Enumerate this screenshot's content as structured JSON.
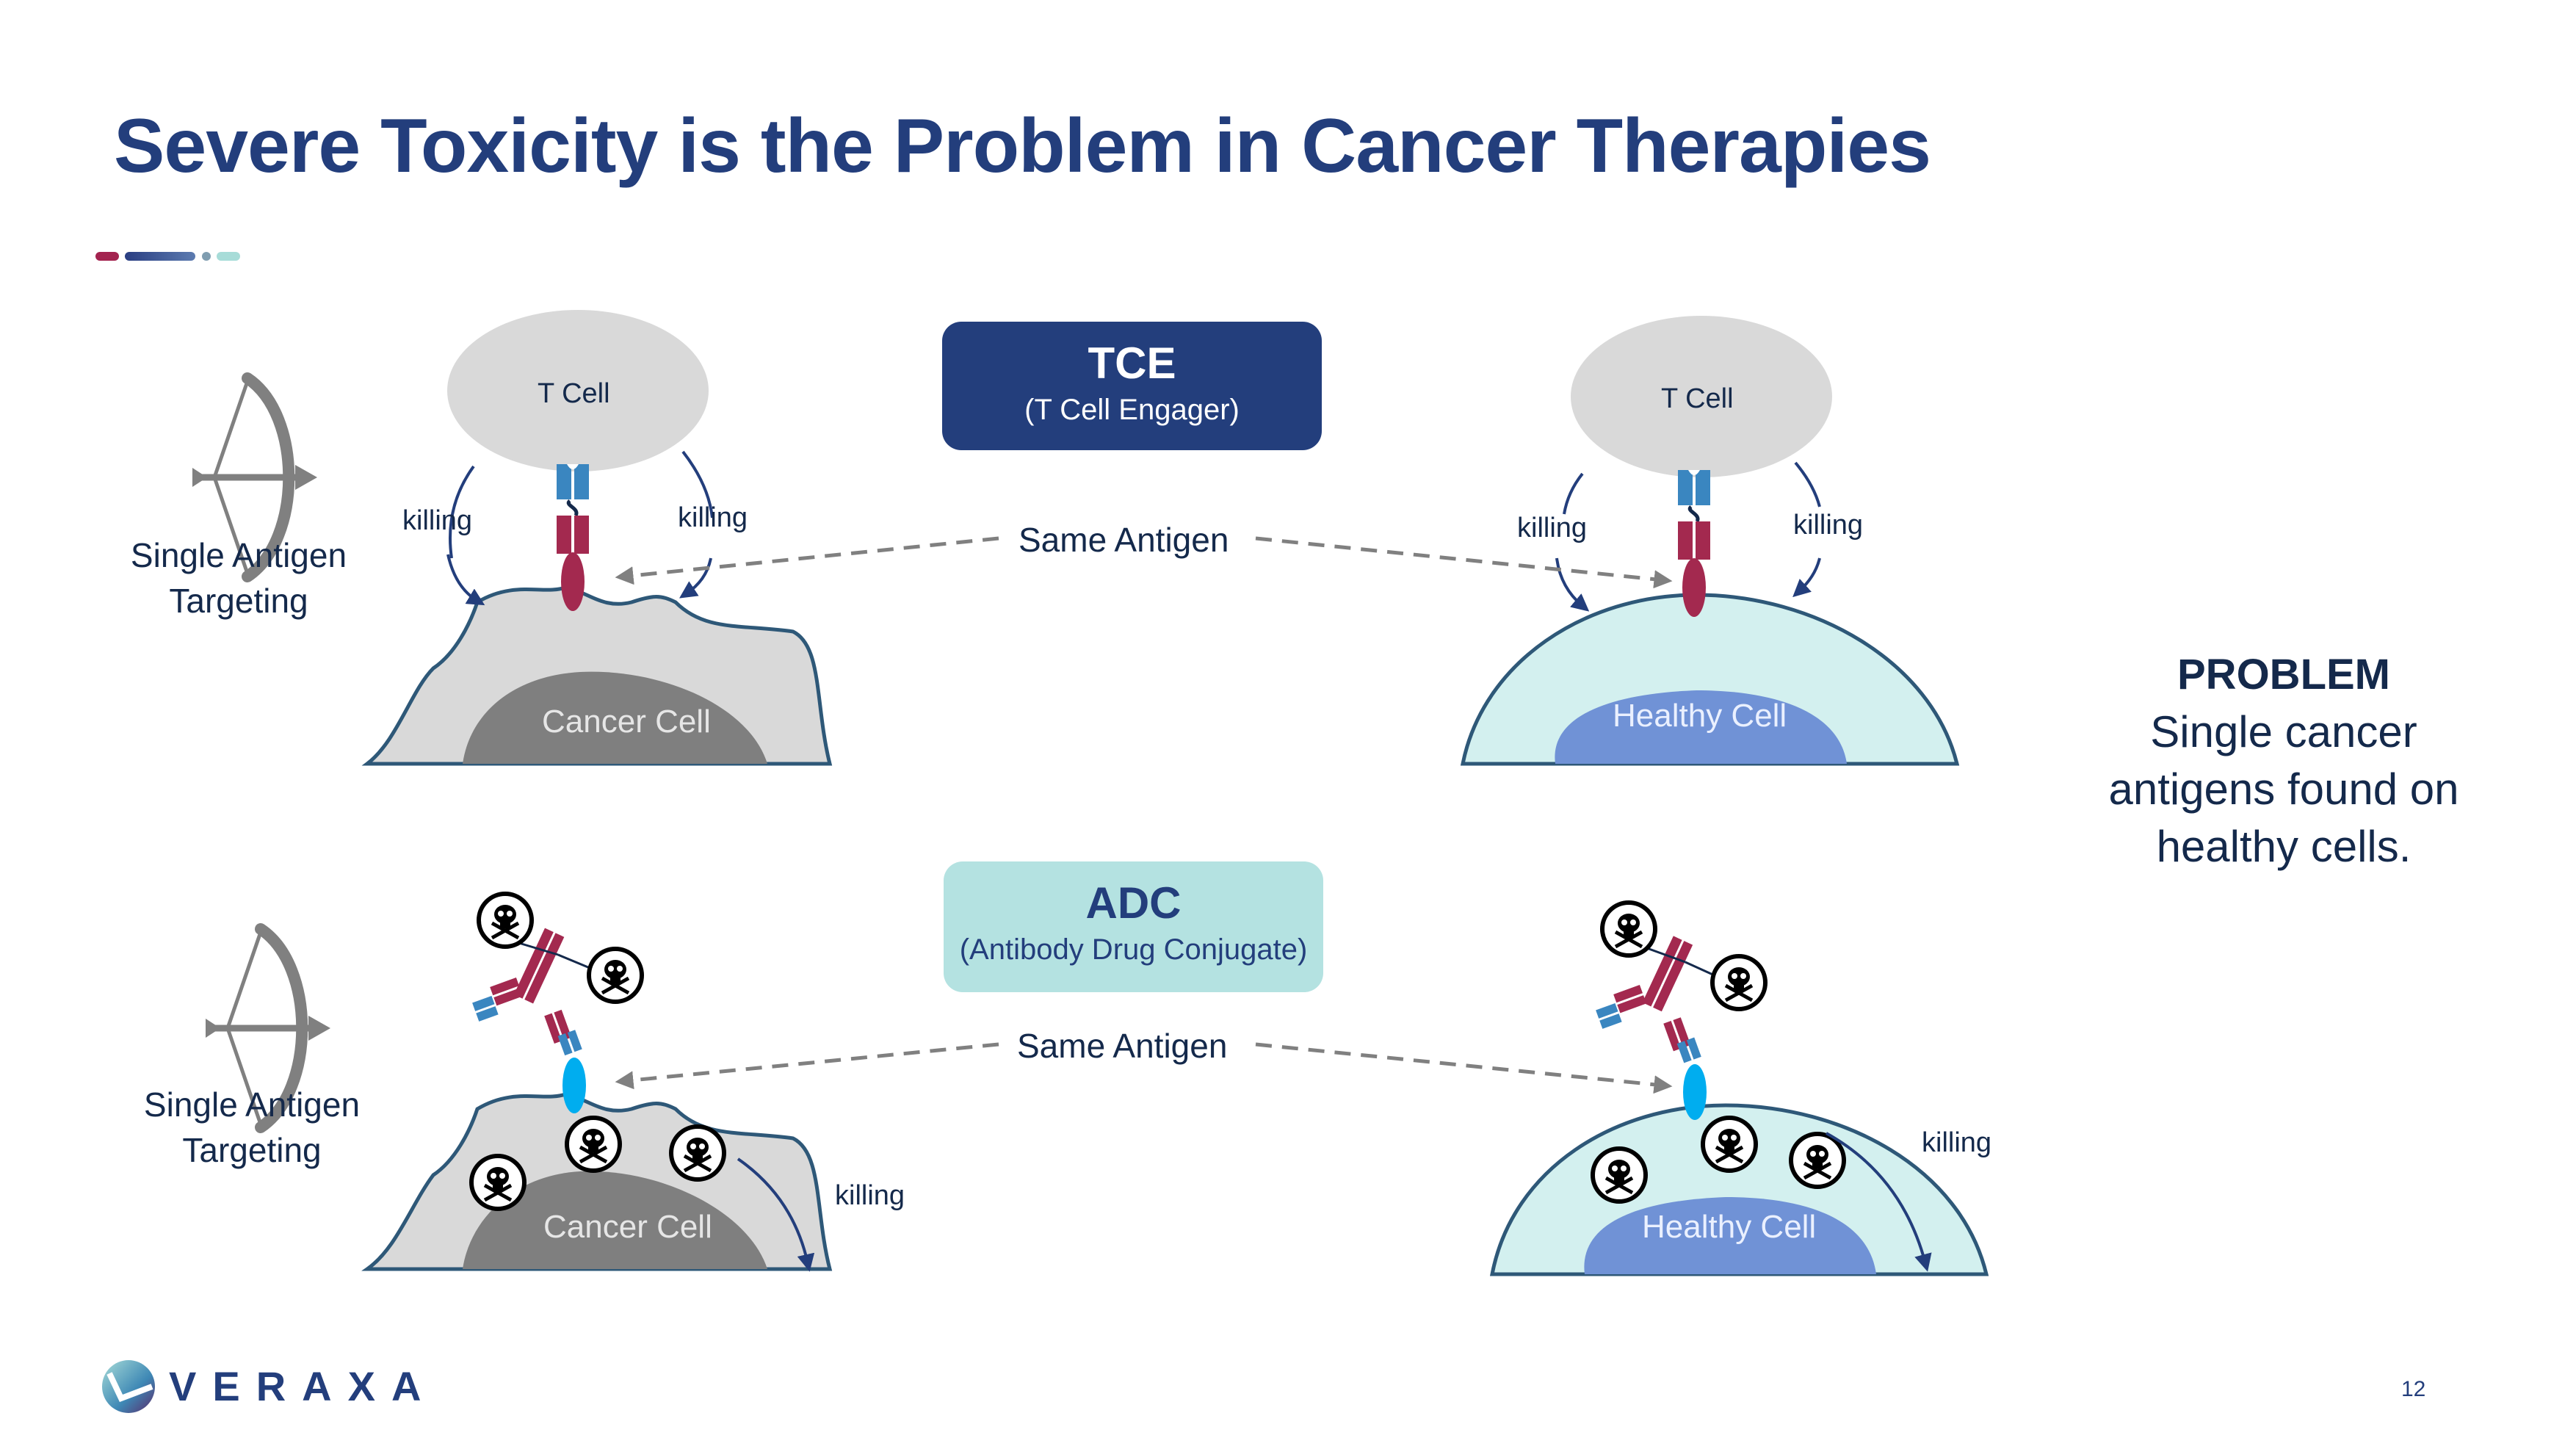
{
  "title": "Severe Toxicity is the Problem in Cancer Therapies",
  "colors": {
    "title": "#233e7c",
    "accent_bar": [
      "#a3234f",
      "#233e7c",
      "#7f9db0",
      "#a7dcd8"
    ],
    "tce_box": "#233e7c",
    "adc_box": "#b4e2e1",
    "t_cell": "#d9d9d9",
    "cancer_cytoplasm": "#d9d9d9",
    "cancer_nucleus": "#7f7f7f",
    "healthy_cytoplasm": "#d3f0ef",
    "healthy_nucleus": "#7092d6",
    "membrane": "#2e5878",
    "antibody_heavy": "#a3294f",
    "antibody_light": "#3a86c0",
    "adc_antigen": "#00adef",
    "killing_arrow": "#233e7c",
    "dashed_arrow": "#808080"
  },
  "tce_section": {
    "targeting_label": [
      "Single Antigen",
      "Targeting"
    ],
    "box_title": "TCE",
    "box_subtitle": "(T Cell Engager)",
    "same_antigen": "Same Antigen",
    "cancer_side": {
      "t_cell_label": "T Cell",
      "killing_left": "killing",
      "killing_right": "killing",
      "cell_label": "Cancer Cell"
    },
    "healthy_side": {
      "t_cell_label": "T Cell",
      "killing_left": "killing",
      "killing_right": "killing",
      "cell_label": "Healthy Cell"
    }
  },
  "adc_section": {
    "targeting_label": [
      "Single Antigen",
      "Targeting"
    ],
    "box_title": "ADC",
    "box_subtitle": "(Antibody Drug Conjugate)",
    "same_antigen": "Same Antigen",
    "cancer_side": {
      "killing": "killing",
      "cell_label": "Cancer Cell"
    },
    "healthy_side": {
      "killing": "killing",
      "cell_label": "Healthy Cell"
    }
  },
  "problem": {
    "heading": "PROBLEM",
    "lines": [
      "Single cancer",
      "antigens found on",
      "healthy cells."
    ]
  },
  "footer": {
    "logo_text": "VERAXA",
    "page_number": "12"
  },
  "icons": {
    "targeting": "bow-and-arrow-icon",
    "toxin": "skull-crossbones-icon"
  }
}
